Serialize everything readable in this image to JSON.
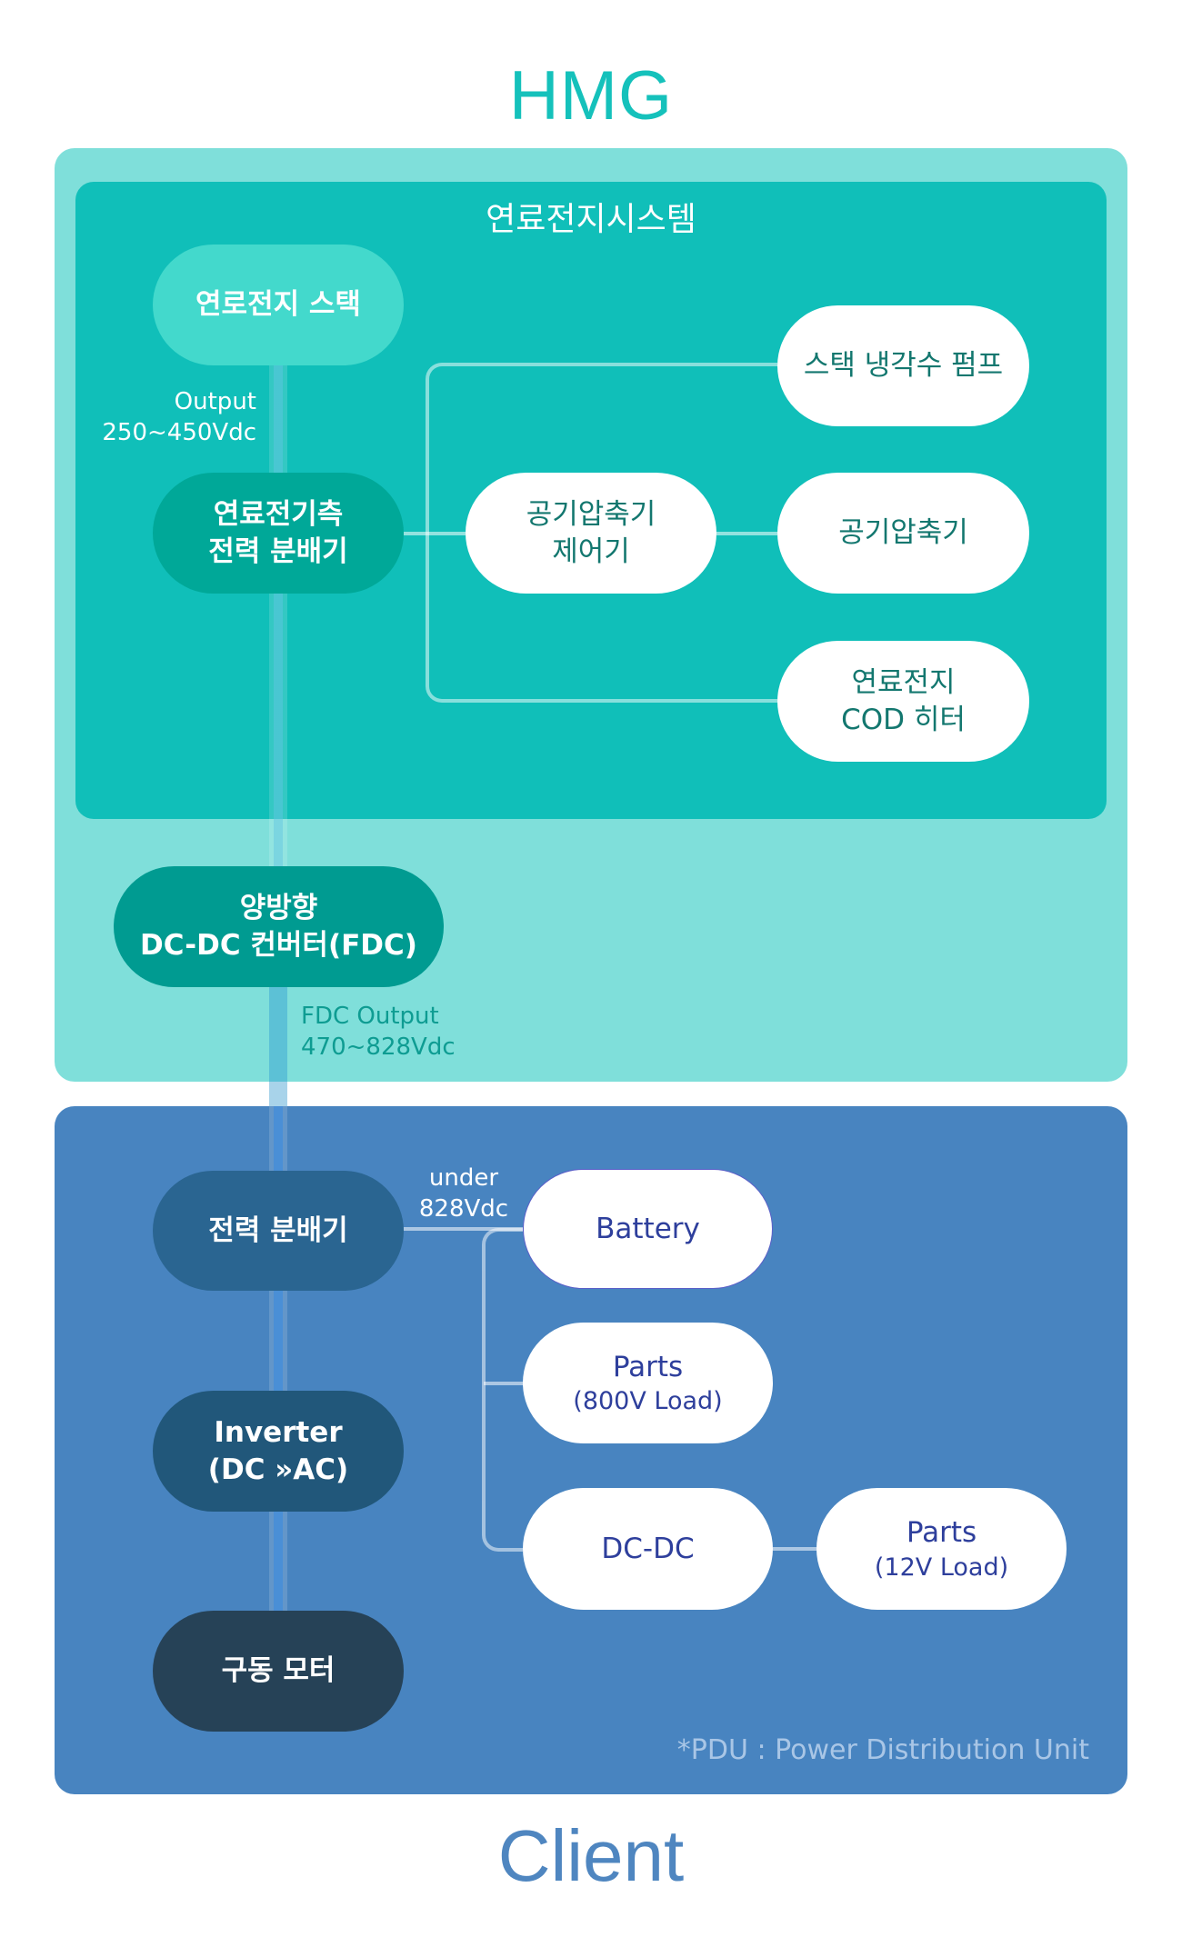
{
  "hmg": {
    "title": "HMG",
    "fuel_cell_system": {
      "title": "연료전지시스템",
      "stack": "연로전지 스택",
      "stack_output": {
        "line1": "Output",
        "line2": "250~450Vdc"
      },
      "distributor": {
        "line1": "연료전기측",
        "line2": "전력 분배기"
      },
      "compressor_controller": {
        "line1": "공기압축기",
        "line2": "제어기"
      },
      "coolant_pump": "스택 냉각수 펌프",
      "compressor": "공기압축기",
      "cod_heater": {
        "line1": "연료전지",
        "line2": "COD 히터"
      }
    },
    "fdc": {
      "line1": "양방향",
      "line2": "DC-DC 컨버터(FDC)"
    },
    "fdc_output": {
      "line1": "FDC Output",
      "line2": "470~828Vdc"
    }
  },
  "client": {
    "title": "Client",
    "pdu": "전력 분배기",
    "pdu_output": {
      "line1": "under",
      "line2": "828Vdc"
    },
    "inverter": {
      "line1": "Inverter",
      "line2": "(DC »AC)"
    },
    "motor": "구동 모터",
    "battery": "Battery",
    "parts_800v": {
      "line1": "Parts",
      "line2": "(800V Load)"
    },
    "dcdc": "DC-DC",
    "parts_12v": {
      "line1": "Parts",
      "line2": "(12V Load)"
    },
    "footnote": "*PDU : Power Distribution Unit"
  },
  "colors": {
    "hmg_accent": "#15c1bb",
    "hmg_outer": "#7fdfda",
    "fuel_cell_box": "#10bfb9",
    "client_accent": "#4f86c0",
    "client_box": "#4884c0"
  }
}
